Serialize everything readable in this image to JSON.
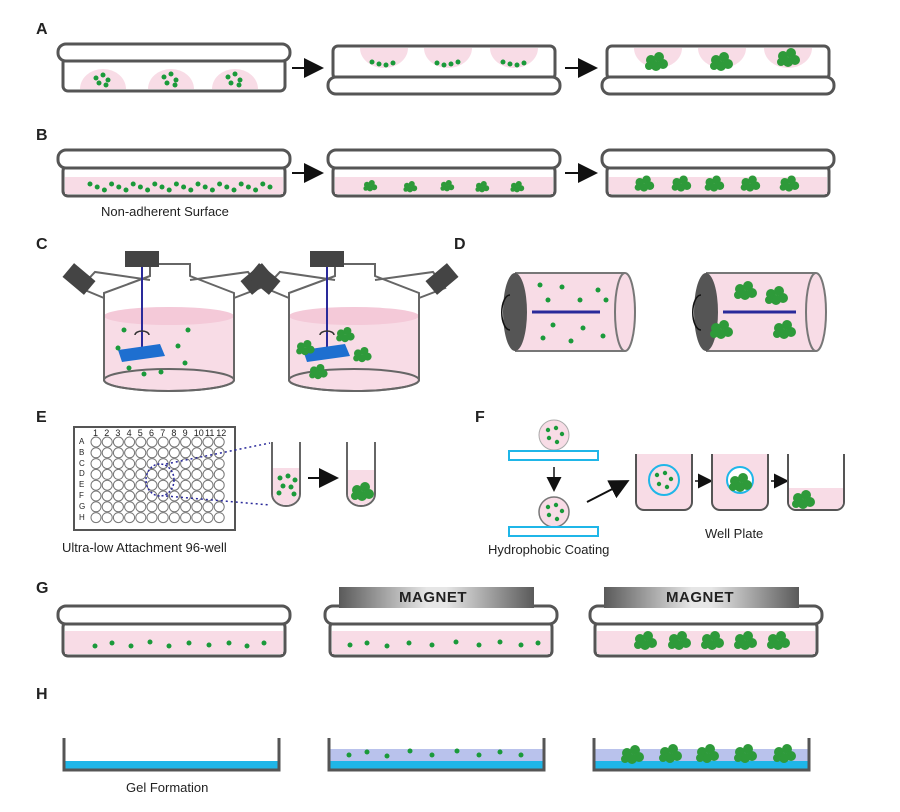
{
  "panels": {
    "A": {
      "label": "A"
    },
    "B": {
      "label": "B",
      "caption": "Non-adherent Surface"
    },
    "C": {
      "label": "C"
    },
    "D": {
      "label": "D"
    },
    "E": {
      "label": "E",
      "caption": "Ultra-low Attachment 96-well",
      "rows": [
        "A",
        "B",
        "C",
        "D",
        "E",
        "F",
        "G",
        "H"
      ],
      "cols": [
        "1",
        "2",
        "3",
        "4",
        "5",
        "6",
        "7",
        "8",
        "9",
        "10",
        "11",
        "12"
      ]
    },
    "F": {
      "label": "F",
      "caption_left": "Hydrophobic Coating",
      "caption_right": "Well Plate"
    },
    "G": {
      "label": "G",
      "magnet": "MAGNET"
    },
    "H": {
      "label": "H",
      "caption": "Gel Formation"
    }
  },
  "colors": {
    "medium": "#f8dce6",
    "cell": "#1a9a3a",
    "spheroid": "#2e9a3a",
    "outline": "#555555",
    "gel": "#1fb6e8",
    "gel_medium": "#b9c2ec",
    "blade": "#1e6fd0",
    "shaft": "#2a2a9a"
  }
}
